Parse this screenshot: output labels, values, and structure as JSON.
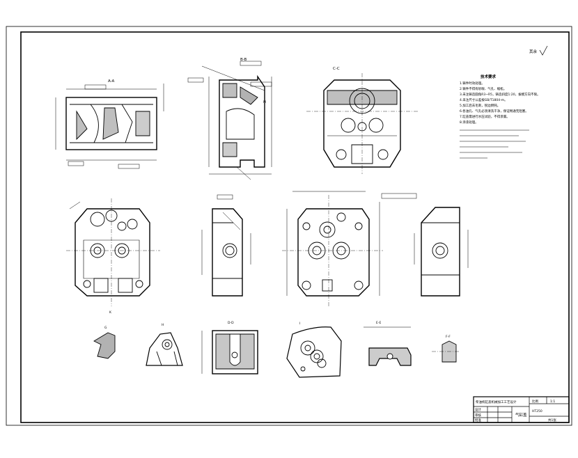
{
  "sheet": {
    "roughness_label": "其余",
    "tech_req_title": "技术要求",
    "tech_req_lines": [
      "1.铸件时效处理。",
      "2.铸件不得有砂眼、气孔、缩松。",
      "3.未注铸造圆角R3~R5，铸造斜度1:20，拔模方向不限。",
      "4.未注尺寸公差按GB/T1804-m。",
      "5.加工后去毛刺，锐边倒钝。",
      "6.各油孔、气孔必须清洗干净，保证畅通无阻塞。",
      "7.缸盖需进行水压试验，不得渗漏。",
      "8.涂漆处理。"
    ],
    "section_labels": [
      "A-A",
      "B-B",
      "C-C",
      "D-D",
      "E-E",
      "F-F",
      "G",
      "H",
      "I",
      "K",
      "M"
    ],
    "title_block": {
      "project": "柴油机缸盖机械加工工艺设计",
      "part_name": "气缸盖",
      "scale_label": "比例",
      "scale_value": "1:1",
      "material": "HT250",
      "sheet_no": "共1张",
      "drawn": "设计",
      "checked": "审核",
      "approved": "批准"
    }
  }
}
